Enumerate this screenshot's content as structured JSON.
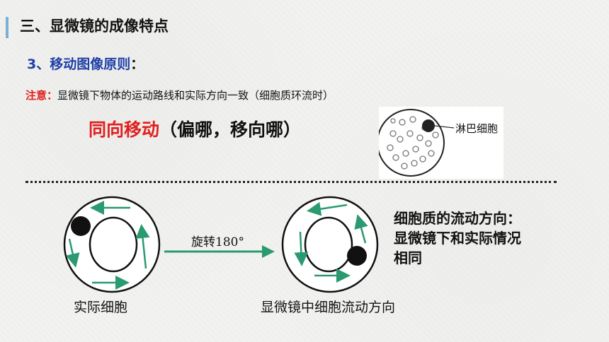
{
  "header": {
    "title": "三、显微镜的成像特点",
    "subtitle": "3、移动图像原则",
    "subtitle_colon": "："
  },
  "note": {
    "label": "注意：",
    "text": "显微镜下物体的运动路线和实际方向一致（细胞质环流时）"
  },
  "rule": {
    "main": "同向移动",
    "paren": "（偏哪，移向哪）"
  },
  "photo": {
    "label": "淋巴细胞"
  },
  "diagram": {
    "rotation_label": "旋转180°",
    "left_caption": "实际细胞",
    "right_caption": "显微镜中细胞流动方向"
  },
  "description": {
    "lines": [
      "细胞质的流动方向：",
      "显微镜下和实际情况",
      "相同"
    ]
  },
  "colors": {
    "accent_blue": "#1f3fa8",
    "accent_red": "#e02020",
    "arrow_green": "#2a9a70"
  }
}
